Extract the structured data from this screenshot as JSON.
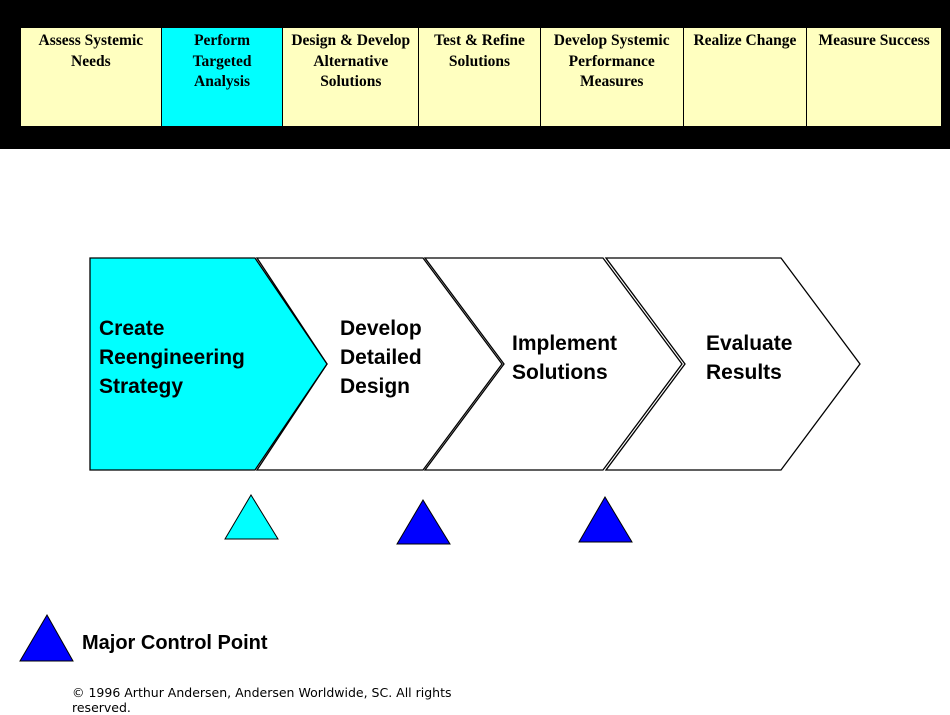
{
  "phases": [
    {
      "label": "Assess Systemic\nNeeds",
      "active": false
    },
    {
      "label": "Perform\nTargeted\nAnalysis",
      "active": true
    },
    {
      "label": "Design & Develop\nAlternative\nSolutions",
      "active": false
    },
    {
      "label": "Test & Refine\nSolutions",
      "active": false
    },
    {
      "label": "Develop Systemic\nPerformance\nMeasures",
      "active": false
    },
    {
      "label": "Realize Change",
      "active": false
    },
    {
      "label": "Measure Success",
      "active": false
    }
  ],
  "process_steps": [
    {
      "label": "Create\nReengineering\nStrategy",
      "active": true
    },
    {
      "label": "Develop\nDetailed\nDesign",
      "active": false
    },
    {
      "label": "Implement\nSolutions",
      "active": false
    },
    {
      "label": "Evaluate\nResults",
      "active": false
    }
  ],
  "control_points": [
    {
      "type": "minor",
      "color": "#00ffff"
    },
    {
      "type": "major",
      "color": "#0000ff"
    },
    {
      "type": "major",
      "color": "#0000ff"
    }
  ],
  "legend": {
    "label": "Major Control Point",
    "color": "#0000ff"
  },
  "colors": {
    "highlight": "#00ffff",
    "phase_bg": "#ffffc0",
    "major": "#0000ff"
  },
  "copyright": "© 1996 Arthur Andersen, Andersen Worldwide, SC. All rights reserved."
}
